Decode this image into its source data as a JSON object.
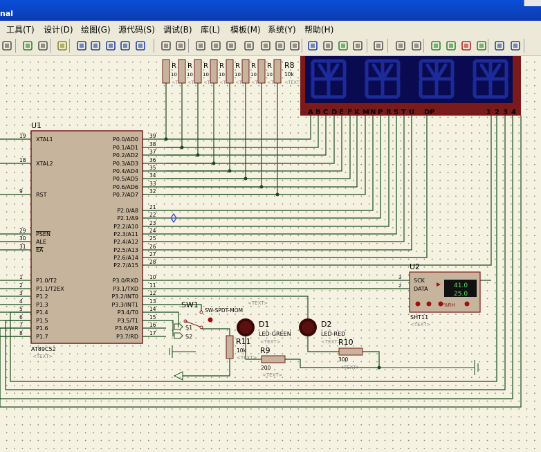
{
  "window": {
    "title": "nal"
  },
  "menu": [
    "工具(T)",
    "设计(D)",
    "绘图(G)",
    "源代码(S)",
    "调试(B)",
    "库(L)",
    "模板(M)",
    "系统(Y)",
    "帮助(H)"
  ],
  "toolbar_icons": [
    "copy-icon",
    "refresh-icon",
    "grid-icon",
    "origin-icon",
    "pan-icon",
    "zoom-in-icon",
    "zoom-out-icon",
    "zoom-all-icon",
    "zoom-area-icon",
    "undo-icon",
    "redo-icon",
    "cut-icon",
    "copy-icon",
    "paste-icon",
    "block-copy-icon",
    "block-move-icon",
    "block-rotate-icon",
    "block-delete-icon",
    "pick-device-icon",
    "make-device-icon",
    "package-icon",
    "decompose-icon",
    "wire-autorouter-icon",
    "search-icon",
    "property-assign-icon",
    "new-sheet-icon",
    "remove-sheet-icon",
    "bom-icon",
    "netlist-icon",
    "electrical-check-icon",
    "ares-icon"
  ],
  "u1": {
    "ref": "U1",
    "part": "AT89C52",
    "text": "<TEXT>"
  },
  "u1_left_pins": [
    {
      "num": "19",
      "name": "XTAL1"
    },
    {
      "num": "18",
      "name": "XTAL2"
    },
    {
      "num": "9",
      "name": "RST"
    },
    {
      "num": "29",
      "name": "PSEN"
    },
    {
      "num": "30",
      "name": "ALE"
    },
    {
      "num": "31",
      "name": "EA"
    },
    {
      "num": "1",
      "name": "P1.0/T2"
    },
    {
      "num": "2",
      "name": "P1.1/T2EX"
    },
    {
      "num": "3",
      "name": "P1.2"
    },
    {
      "num": "4",
      "name": "P1.3"
    },
    {
      "num": "5",
      "name": "P1.4"
    },
    {
      "num": "6",
      "name": "P1.5"
    },
    {
      "num": "7",
      "name": "P1.6"
    },
    {
      "num": "8",
      "name": "P1.7"
    }
  ],
  "u1_right_pins": [
    {
      "num": "39",
      "name": "P0.0/AD0"
    },
    {
      "num": "38",
      "name": "P0.1/AD1"
    },
    {
      "num": "37",
      "name": "P0.2/AD2"
    },
    {
      "num": "36",
      "name": "P0.3/AD3"
    },
    {
      "num": "35",
      "name": "P0.4/AD4"
    },
    {
      "num": "34",
      "name": "P0.5/AD5"
    },
    {
      "num": "33",
      "name": "P0.6/AD6"
    },
    {
      "num": "32",
      "name": "P0.7/AD7"
    },
    {
      "num": "21",
      "name": "P2.0/A8"
    },
    {
      "num": "22",
      "name": "P2.1/A9"
    },
    {
      "num": "23",
      "name": "P2.2/A10"
    },
    {
      "num": "24",
      "name": "P2.3/A11"
    },
    {
      "num": "25",
      "name": "P2.4/A12"
    },
    {
      "num": "26",
      "name": "P2.5/A13"
    },
    {
      "num": "27",
      "name": "P2.6/A14"
    },
    {
      "num": "28",
      "name": "P2.7/A15"
    },
    {
      "num": "10",
      "name": "P3.0/RXD"
    },
    {
      "num": "11",
      "name": "P3.1/TXD"
    },
    {
      "num": "12",
      "name": "P3.2/INT0"
    },
    {
      "num": "13",
      "name": "P3.3/INT1"
    },
    {
      "num": "14",
      "name": "P3.4/T0"
    },
    {
      "num": "15",
      "name": "P3.5/T1"
    },
    {
      "num": "16",
      "name": "P3.6/WR"
    },
    {
      "num": "17",
      "name": "P3.7/RD"
    }
  ],
  "resistor_pack": {
    "last_ref": "R8",
    "last_value": "10k",
    "partial_value": "10",
    "text": "<TEXT>"
  },
  "display": {
    "segments": [
      "A",
      "B",
      "C",
      "D",
      "E",
      "F",
      "K",
      "M",
      "N",
      "P",
      "R",
      "S",
      "T",
      "U",
      "DP"
    ],
    "digits": [
      "1",
      "2",
      "3",
      "4"
    ]
  },
  "u2": {
    "ref": "U2",
    "part": "SHT11",
    "pins": [
      {
        "num": "3",
        "name": "SCK"
      },
      {
        "num": "2",
        "name": "DATA"
      }
    ],
    "temp": "41.0",
    "humidity": "25.0",
    "rh_label": "%RH",
    "text": "<TEXT>"
  },
  "sw1": {
    "ref": "SW1",
    "part": "SW-SPDT-MOM",
    "text": "<TEXT>"
  },
  "ports": {
    "s1": "S1",
    "s2": "S2"
  },
  "d1": {
    "ref": "D1",
    "part": "LED-GREEN",
    "text": "<TEXT>"
  },
  "d2": {
    "ref": "D2",
    "part": "LED-RED",
    "text": "<TEXT>"
  },
  "r11": {
    "ref": "R11",
    "value": "10k",
    "text": "<TEXT>"
  },
  "r9": {
    "ref": "R9",
    "value": "200",
    "text": "<TEXT>"
  },
  "r10": {
    "ref": "R10",
    "value": "300",
    "text": "<TEXT>"
  }
}
